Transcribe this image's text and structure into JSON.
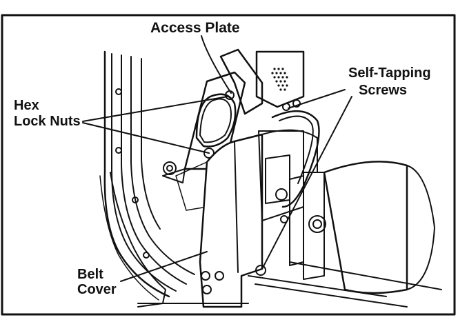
{
  "labels": {
    "access_plate": "Access Plate",
    "self_tapping_line1": "Self-Tapping",
    "self_tapping_line2": "Screws",
    "hex_line1": "Hex",
    "hex_line2": "Lock Nuts",
    "belt_line1": "Belt",
    "belt_line2": "Cover"
  },
  "colors": {
    "ink": "#111111",
    "paper": "#ffffff",
    "shade": "#cfcfcf"
  }
}
